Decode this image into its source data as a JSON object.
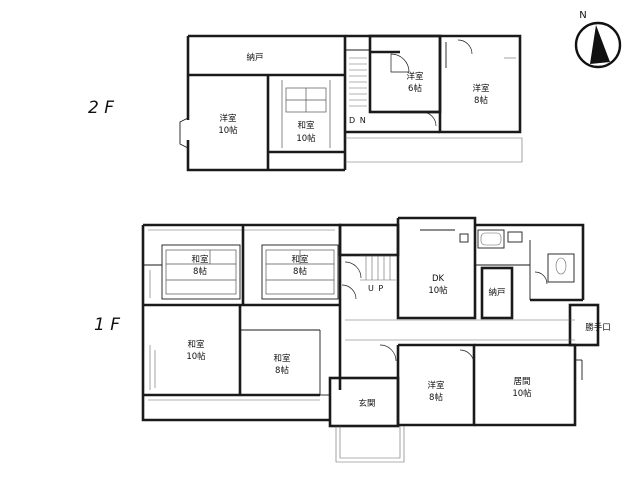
{
  "floors": {
    "second": "2 F",
    "first": "1 F"
  },
  "compass": {
    "north_label": "N"
  },
  "second_floor_rooms": {
    "storage": "納戸",
    "western_10": {
      "name": "洋室",
      "size": "10帖"
    },
    "japanese_10": {
      "name": "和室",
      "size": "10帖"
    },
    "western_6": {
      "name": "洋室",
      "size": "6帖"
    },
    "western_8": {
      "name": "洋室",
      "size": "8帖"
    },
    "stair_label": "D N"
  },
  "first_floor_rooms": {
    "japanese_8_a": {
      "name": "和室",
      "size": "8帖"
    },
    "japanese_8_b": {
      "name": "和室",
      "size": "8帖"
    },
    "dk": {
      "name": "DK",
      "size": "10帖"
    },
    "storage": "納戸",
    "japanese_10": {
      "name": "和室",
      "size": "10帖"
    },
    "japanese_8_c": {
      "name": "和室",
      "size": "8帖"
    },
    "entrance": "玄関",
    "western_8": {
      "name": "洋室",
      "size": "8帖"
    },
    "living_10": {
      "name": "居間",
      "size": "10帖"
    },
    "back_door": "勝手口",
    "stair_label": "U P"
  }
}
